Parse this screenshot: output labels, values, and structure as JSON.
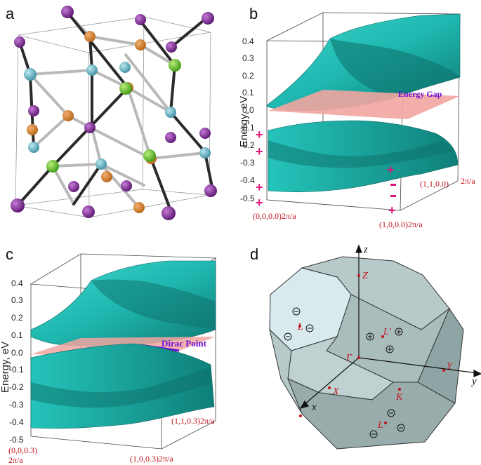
{
  "panels": {
    "a": {
      "letter": "a"
    },
    "b": {
      "letter": "b",
      "ylabel": "Energy, eV",
      "yticks": [
        "0.4",
        "0.3",
        "0.2",
        "0.1",
        "0.0",
        "-0.1",
        "-0.2",
        "-0.3",
        "-0.4",
        "-0.5"
      ],
      "annotation": "Energy Gap",
      "k_labels": [
        "(0,0,0.0)2π/a",
        "(1,0,0.0)2π/a",
        "(1,1,0.0)",
        "2π/a"
      ]
    },
    "c": {
      "letter": "c",
      "ylabel": "Energy, eV",
      "yticks": [
        "0.4",
        "0.3",
        "0.2",
        "0.1",
        "0.0",
        "-0.1",
        "-0.2",
        "-0.3",
        "-0.4",
        "-0.5"
      ],
      "annotation": "Dirac Point",
      "k_labels": [
        "(0,0,0.3)",
        "2π/a",
        "(1,0,0.3)2π/a",
        "(1,1,0.3)2π/a"
      ]
    },
    "d": {
      "letter": "d",
      "axes": [
        "z",
        "y",
        "x"
      ],
      "points": [
        "Z",
        "L",
        "L'",
        "Γ",
        "X",
        "Y",
        "K",
        "L"
      ]
    }
  },
  "colors": {
    "band": "#1fb8b0",
    "band_dark": "#0d6f6a",
    "gap_plane": "#f2a5a0",
    "label_red": "#c0141c",
    "marker_pink": "#e0147a",
    "annotation_purple": "#6a0fd6"
  }
}
